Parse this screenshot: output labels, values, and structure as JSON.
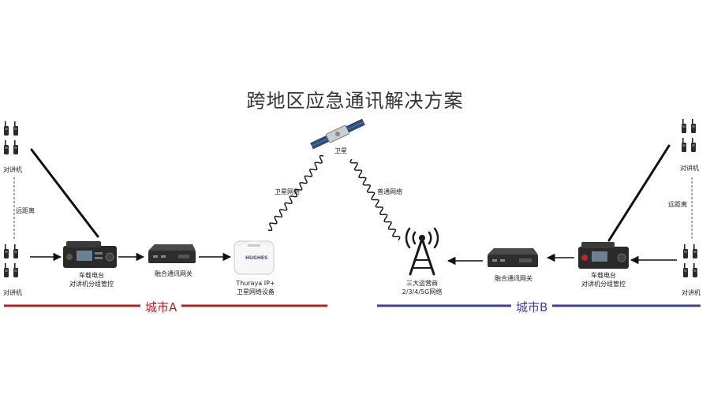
{
  "title": "跨地区应急通讯解决方案",
  "labels": {
    "satellite": "卫星",
    "sat_network": "卫星网络",
    "public_network": "普通网络",
    "walkie": "对讲机",
    "long_distance": "远距离",
    "vehicle_radio_1": "车载电台",
    "vehicle_radio_2": "对讲机分组管控",
    "gateway": "融合通讯网关",
    "thuraya_1": "Thuraya IP+",
    "thuraya_2": "卫星网络设备",
    "thuraya_brand": "HUGHES",
    "operators_1": "三大运营商",
    "operators_2": "2/3/4/5G网络"
  },
  "cities": {
    "a": "城市A",
    "b": "城市B"
  },
  "colors": {
    "city_a": "#b52025",
    "city_b": "#3d3f94",
    "arrow": "#111111",
    "device": "#2a2a2a"
  }
}
